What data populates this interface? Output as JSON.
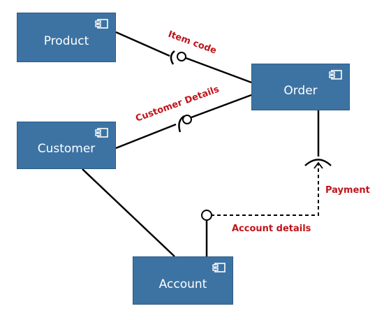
{
  "components": {
    "product": "Product",
    "order": "Order",
    "customer": "Customer",
    "account": "Account"
  },
  "interfaces": {
    "item_code": "Item code",
    "customer_details": "Customer Details",
    "payment": "Payment",
    "account_details": "Account details"
  },
  "colors": {
    "component_fill": "#3d73a3",
    "label_red": "#c0141b",
    "line": "#000000"
  },
  "icons": {
    "component_icon": "uml-component-icon"
  }
}
